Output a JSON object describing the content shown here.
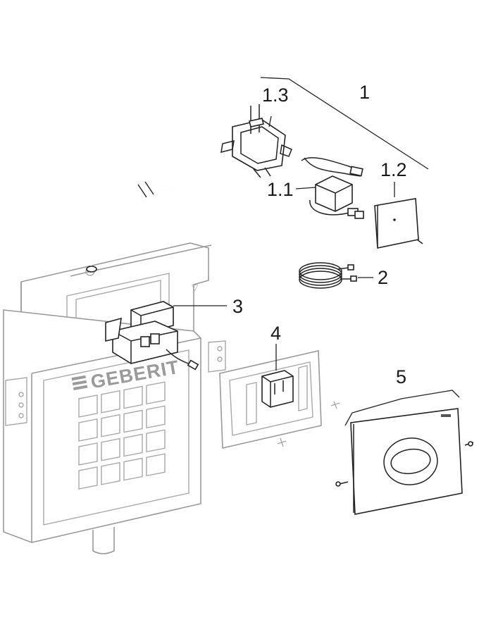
{
  "brand": "GEBERIT",
  "callouts": {
    "c1": "1",
    "c1_1": "1.1",
    "c1_2": "1.2",
    "c1_3": "1.3",
    "c2": "2",
    "c3": "3",
    "c4": "4",
    "c5": "5"
  },
  "colors": {
    "line_dark": "#222222",
    "line_grey": "#9a9a9a",
    "background": "#ffffff"
  }
}
